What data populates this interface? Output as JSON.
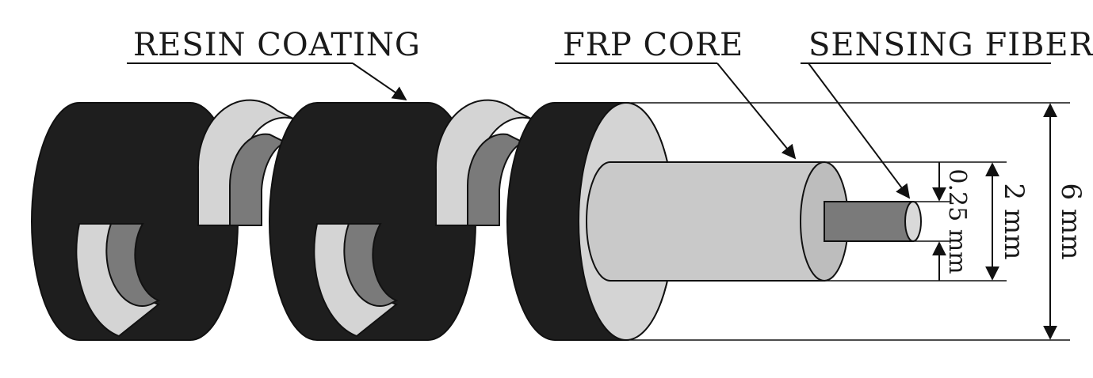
{
  "labels": {
    "resin_coating": "RESIN COATING",
    "frp_core": "FRP CORE",
    "sensing_fiber": "SENSING FIBER"
  },
  "dimensions": {
    "outer": "6 mm",
    "core": "2 mm",
    "fiber": "0.25 mm"
  },
  "colors": {
    "coating": "#1e1e1e",
    "core": "#d4d4d4",
    "core_face": "#bdbdbd",
    "fiber": "#7a7a7a",
    "line": "#111111"
  }
}
